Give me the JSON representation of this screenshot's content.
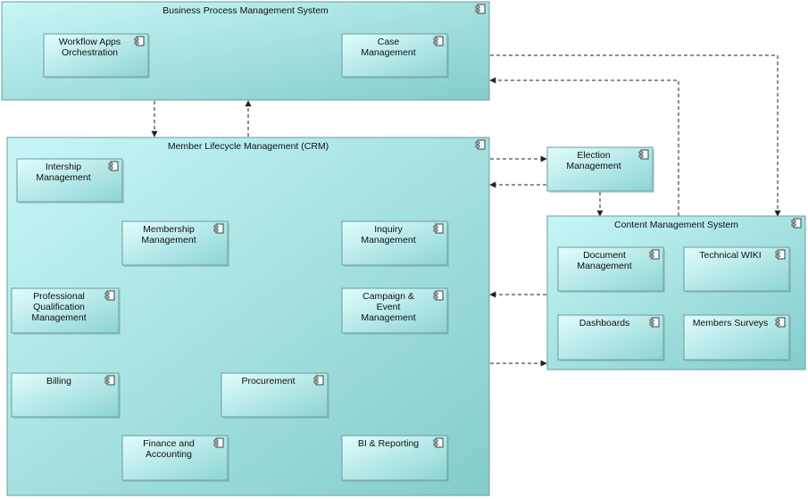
{
  "containers": {
    "bpms": "Business Process Management System",
    "crm": "Member Lifecycle Management (CRM)",
    "cms": "Content Management System"
  },
  "components": {
    "workflow": [
      "Workflow Apps",
      "Orchestration"
    ],
    "case": [
      "Case",
      "Management"
    ],
    "intership": [
      "Intership",
      "Management"
    ],
    "membership": [
      "Membership",
      "Management"
    ],
    "inquiry": [
      "Inquiry",
      "Management"
    ],
    "professional": [
      "Professional",
      "Qualification",
      "Management"
    ],
    "campaign": [
      "Campaign &",
      "Event",
      "Management"
    ],
    "billing": [
      "Billing"
    ],
    "procurement": [
      "Procurement"
    ],
    "finance": [
      "Finance and",
      "Accounting"
    ],
    "bi": [
      "BI & Reporting"
    ],
    "election": [
      "Election",
      "Management"
    ],
    "document": [
      "Document",
      "Management"
    ],
    "wiki": [
      "Technical WIKI"
    ],
    "dashboards": [
      "Dashboards"
    ],
    "surveys": [
      "Members Surveys"
    ]
  },
  "colors": {
    "container_light": "#c4f3f3",
    "container_dark": "#86cece",
    "box_light": "#dcfbfb",
    "box_dark": "#8ed6d6",
    "border": "#6b9c9c",
    "connector": "#222222"
  },
  "icon": "component-icon"
}
